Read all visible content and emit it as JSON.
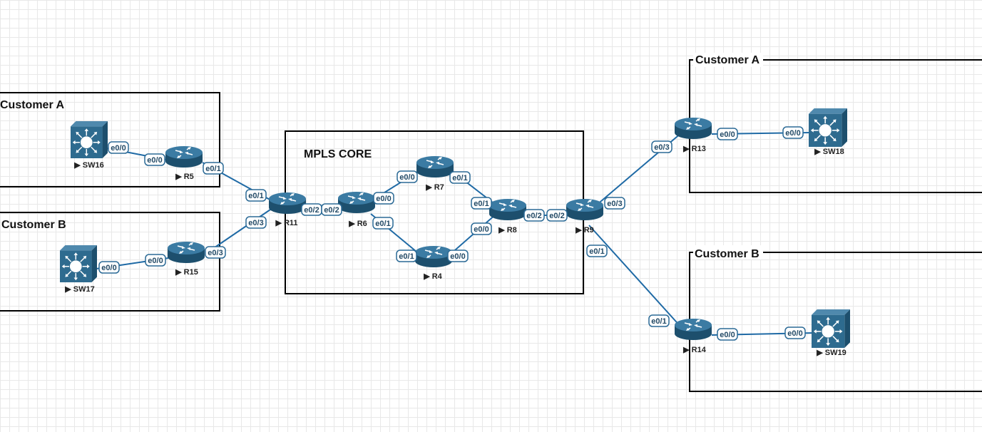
{
  "groups": {
    "left_a": "Customer A",
    "left_b": "Customer B",
    "core": "MPLS CORE",
    "right_a": "Customer A",
    "right_b": "Customer B"
  },
  "nodes": {
    "sw16": "SW16",
    "r5": "R5",
    "sw17": "SW17",
    "r15": "R15",
    "r11": "R11",
    "r6": "R6",
    "r7": "R7",
    "r4": "R4",
    "r8": "R8",
    "r9": "R9",
    "r13": "R13",
    "sw18": "SW18",
    "r14": "R14",
    "sw19": "SW19"
  },
  "ports": {
    "sw16_r5": "e0/0",
    "r5_sw16": "e0/0",
    "r5_r11": "e0/1",
    "sw17_r15": "e0/0",
    "r15_sw17": "e0/0",
    "r15_r11": "e0/3",
    "r11_r5": "e0/1",
    "r11_r15": "e0/3",
    "r11_r6": "e0/2",
    "r6_r11": "e0/2",
    "r6_r7": "e0/0",
    "r6_r4": "e0/1",
    "r7_r6": "e0/0",
    "r7_r8": "e0/1",
    "r4_r6": "e0/1",
    "r4_r8": "e0/0",
    "r8_r7": "e0/1",
    "r8_r4": "e0/0",
    "r8_r9": "e0/2",
    "r9_r8": "e0/2",
    "r9_r13": "e0/3",
    "r9_r14": "e0/1",
    "r13_r9": "e0/3",
    "r13_sw18": "e0/0",
    "sw18_r13": "e0/0",
    "r14_r9": "e0/1",
    "r14_sw19": "e0/0",
    "sw19_r14": "e0/0"
  },
  "colors": {
    "device": "#2e6b8f",
    "device_dark": "#1d4f6d",
    "link": "#1f6aa5",
    "port_border": "#2b6a96"
  }
}
